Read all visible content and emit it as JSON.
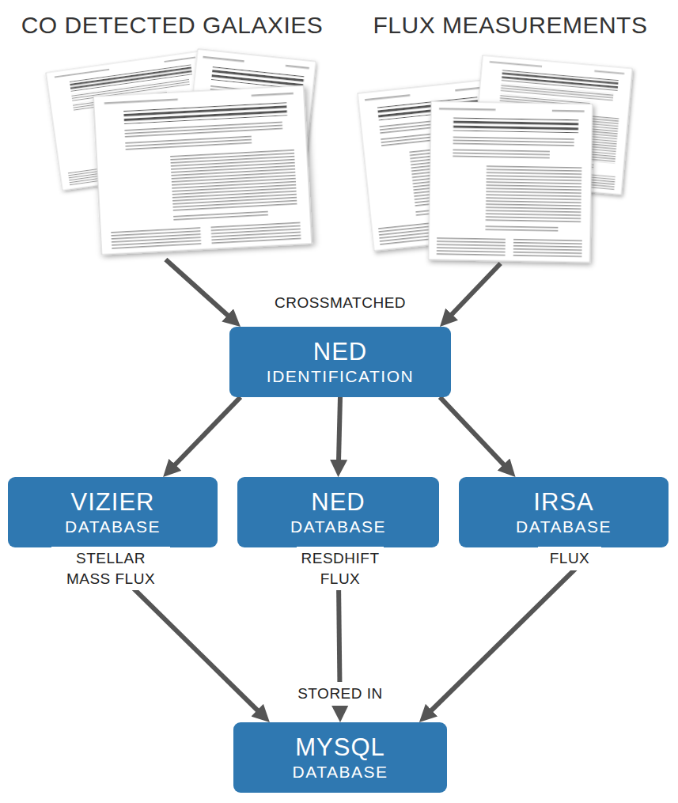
{
  "diagram": {
    "nodes": [
      {
        "text": [
          "CO DETECTED GALAXIES"
        ]
      },
      {
        "text": [
          "FLUX MEASUREMENTS"
        ]
      },
      {
        "text": [
          "NED",
          "IDENTIFICATION"
        ]
      },
      {
        "text": [
          "VIZIER",
          "DATABASE"
        ]
      },
      {
        "text": [
          "NED",
          "DATABASE"
        ]
      },
      {
        "text": [
          "IRSA",
          "DATABASE"
        ]
      },
      {
        "text": [
          "MYSQL",
          "DATABASE"
        ]
      }
    ],
    "edges": [
      {
        "from": 0,
        "to": 2,
        "arrow": "to"
      },
      {
        "from": 1,
        "to": 2,
        "arrow": "to"
      },
      {
        "from": 2,
        "to": 3,
        "arrow": "to"
      },
      {
        "from": 2,
        "to": 4,
        "arrow": "to"
      },
      {
        "from": 2,
        "to": 5,
        "arrow": "to"
      },
      {
        "from": 3,
        "to": 6,
        "arrow": "to"
      },
      {
        "from": 4,
        "to": 6,
        "arrow": "to"
      },
      {
        "from": 5,
        "to": 6,
        "arrow": "to"
      }
    ],
    "labels": [
      "CROSSMATCHED",
      "STELLAR MASS FLUX",
      "RESDHIFT FLUX",
      "FLUX",
      "STORED IN"
    ]
  }
}
